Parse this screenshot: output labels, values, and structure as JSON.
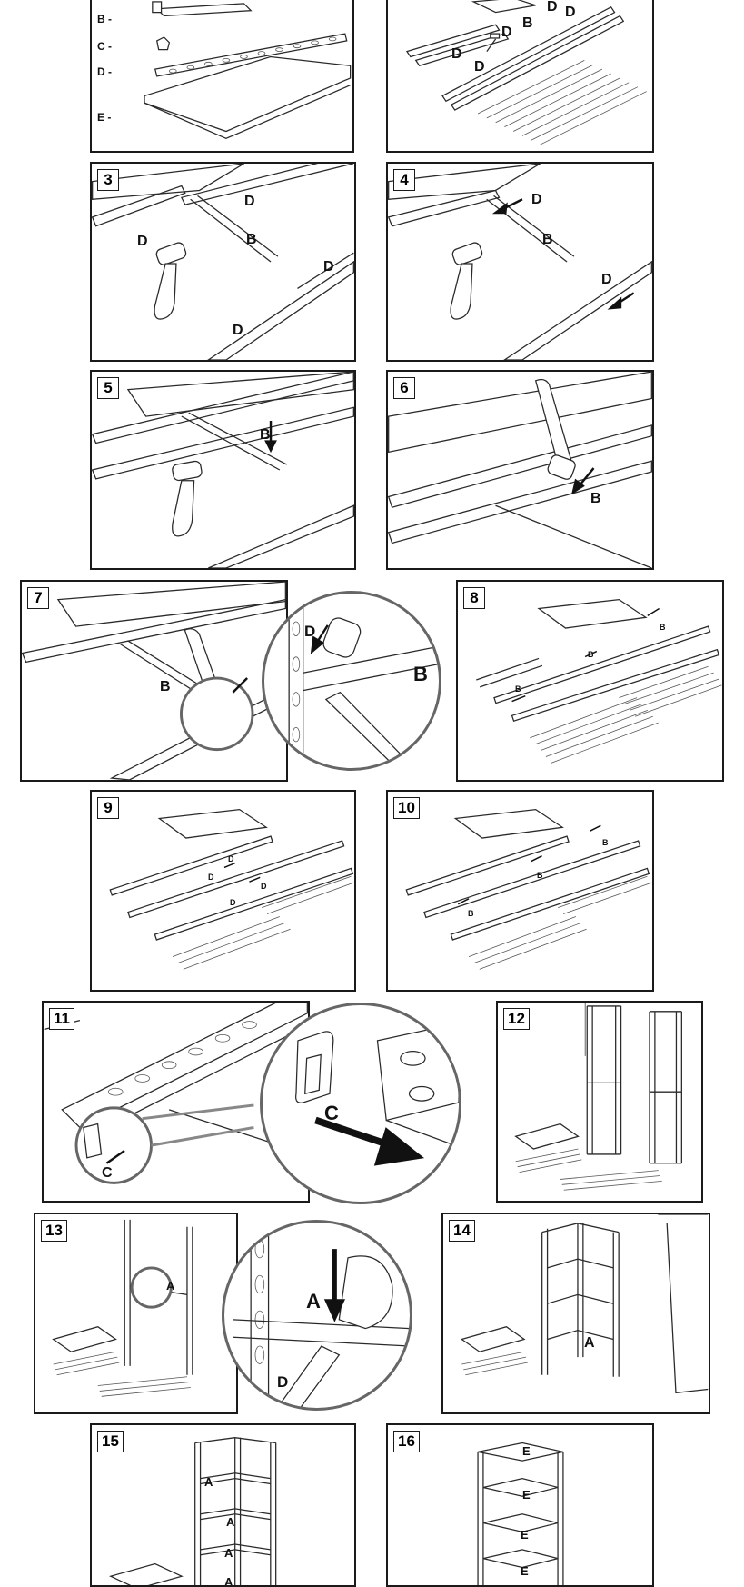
{
  "panel1": {
    "parts": [
      "B -",
      "C -",
      "D -",
      "E -"
    ]
  },
  "panel2": {
    "labels": [
      "D",
      "D",
      "B",
      "D",
      "D",
      "D"
    ]
  },
  "panel3": {
    "number": "3",
    "labels": [
      "D",
      "D",
      "B",
      "D",
      "D"
    ]
  },
  "panel4": {
    "number": "4",
    "labels": [
      "D",
      "B",
      "D"
    ]
  },
  "panel5": {
    "number": "5",
    "labels": [
      "B"
    ]
  },
  "panel6": {
    "number": "6",
    "labels": [
      "B"
    ]
  },
  "panel7": {
    "number": "7",
    "labels": [
      "B",
      "D",
      "B"
    ]
  },
  "panel8": {
    "number": "8",
    "labels": [
      "B",
      "B",
      "B"
    ]
  },
  "panel9": {
    "number": "9",
    "labels": [
      "D",
      "D",
      "D",
      "D"
    ]
  },
  "panel10": {
    "number": "10",
    "labels": [
      "B",
      "B",
      "B"
    ]
  },
  "panel11": {
    "number": "11",
    "labels": [
      "C",
      "C"
    ]
  },
  "panel12": {
    "number": "12"
  },
  "panel13": {
    "number": "13",
    "labels": [
      "A",
      "A",
      "D"
    ]
  },
  "panel14": {
    "number": "14",
    "labels": [
      "A"
    ]
  },
  "panel15": {
    "number": "15",
    "labels": [
      "A",
      "A",
      "A",
      "A"
    ]
  },
  "panel16": {
    "number": "16",
    "labels": [
      "E",
      "E",
      "E",
      "E"
    ]
  }
}
